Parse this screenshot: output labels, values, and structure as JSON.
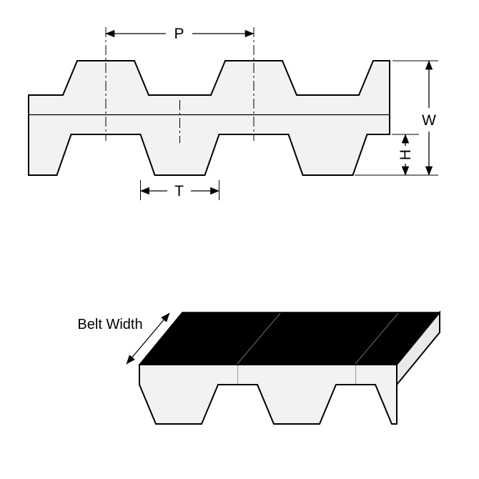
{
  "cross_section": {
    "pitch_label": "P",
    "overall_width_label": "W",
    "tooth_height_label": "H",
    "tooth_width_label": "T"
  },
  "isometric": {
    "belt_width_label": "Belt Width"
  },
  "colors": {
    "line": "#000000",
    "belt_fill": "#f2f2f2",
    "top_surface_fill": "#000000",
    "side_face_fill": "#e9e9e9",
    "background": "#ffffff"
  }
}
